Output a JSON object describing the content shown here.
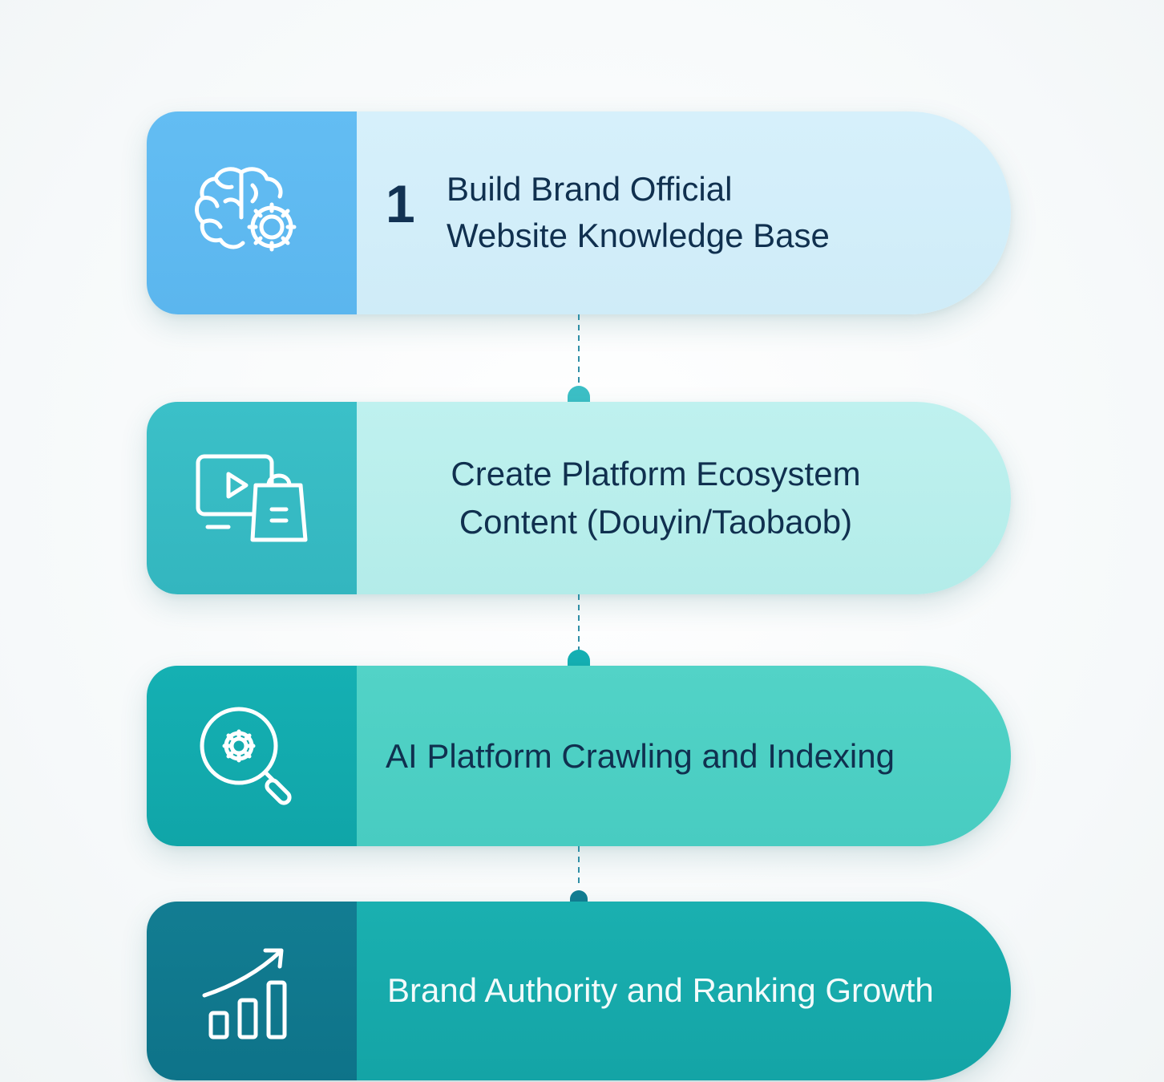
{
  "steps": [
    {
      "number": "1",
      "label_line1": "Build Brand Official",
      "label_line2": "Website Knowledge Base",
      "icon": "brain-gear-icon",
      "icon_panel_color": "#5bb6ee",
      "text_panel_color": "#d2eef9"
    },
    {
      "label_line1": "Create Platform Ecosystem",
      "label_line2": "Content (Douyin/Taobaob)",
      "icon": "video-shopping-bag-icon",
      "icon_panel_color": "#36bac3",
      "text_panel_color": "#b9eeeb"
    },
    {
      "label": "AI Platform Crawling and Indexing",
      "icon": "search-gear-icon",
      "icon_panel_color": "#12aaad",
      "text_panel_color": "#4ed0c4"
    },
    {
      "label": "Brand Authority and Ranking Growth",
      "icon": "growth-chart-icon",
      "icon_panel_color": "#10788d",
      "text_panel_color": "#17aaab"
    }
  ],
  "connector_style": "dashed"
}
